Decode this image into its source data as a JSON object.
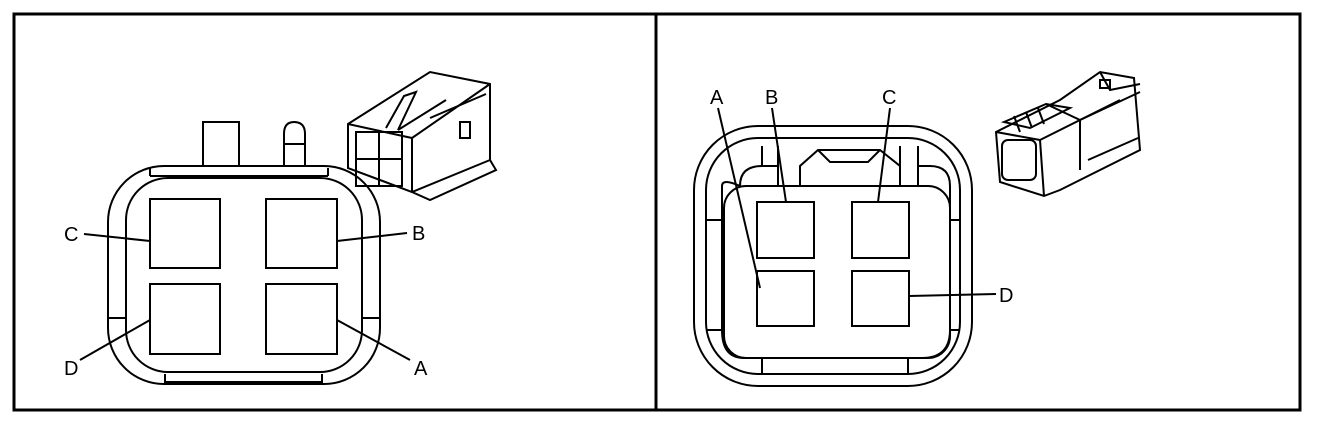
{
  "left_panel": {
    "pins": {
      "a": "A",
      "b": "B",
      "c": "C",
      "d": "D"
    }
  },
  "right_panel": {
    "pins": {
      "a": "A",
      "b": "B",
      "c": "C",
      "d": "D"
    }
  },
  "colors": {
    "ink": "#000000",
    "paper": "#ffffff"
  }
}
